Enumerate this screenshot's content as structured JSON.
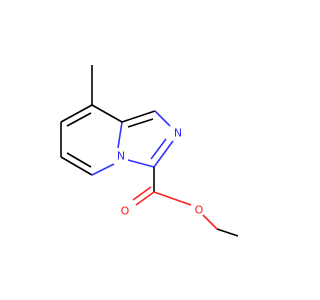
{
  "molecule": {
    "atoms": {
      "n_bridge": {
        "symbol": "N",
        "color": "#2a2aff"
      },
      "n_ring": {
        "symbol": "N",
        "color": "#2a2aff"
      },
      "o_carbonyl": {
        "symbol": "O",
        "color": "#ff1a1a"
      },
      "o_ester": {
        "symbol": "O",
        "color": "#ff1a1a"
      }
    },
    "bond_color": "#000000"
  }
}
